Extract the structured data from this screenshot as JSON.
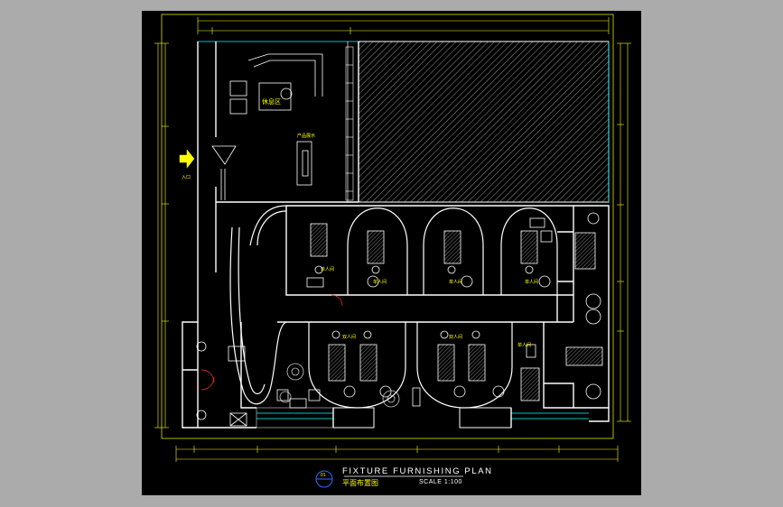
{
  "drawing": {
    "title": "FIXTURE FURNISHING PLAN",
    "subtitle": "平面布置图",
    "scale": "SCALE  1:100"
  },
  "labels": {
    "reception": "休息区",
    "display": "产品展示",
    "entrance": "入口",
    "bed_single": "单人间",
    "bed_double": "双人间",
    "section_no": "01"
  },
  "colors": {
    "background": "#000000",
    "walls": "#ffffff",
    "dimension": "#ffff00",
    "hatch": "#c8c8c8",
    "window": "#00ffff",
    "frame": "#ababab"
  }
}
